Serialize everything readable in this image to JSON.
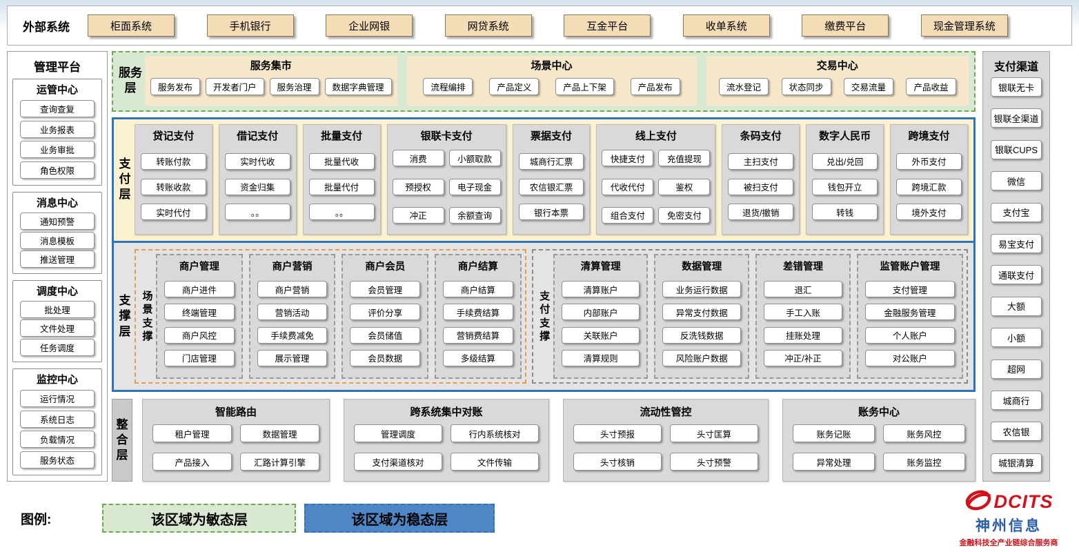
{
  "colors": {
    "stable_blue": "#2e74b5",
    "agile_green": "#6aa84f",
    "panel_gray": "#d9d9d9",
    "tan_box": "#f4dcb6",
    "payment_band_yellow": "#fcf2d0",
    "scene_support_orange": "#e49b4a",
    "brand_red": "#d0121b",
    "brand_blue": "#2a5caa"
  },
  "external": {
    "label": "外部系统",
    "systems": [
      "柜面系统",
      "手机银行",
      "企业网银",
      "网贷系统",
      "互金平台",
      "收单系统",
      "缴费平台",
      "现金管理系统"
    ]
  },
  "management": {
    "title": "管理平台",
    "groups": [
      {
        "title": "运管中心",
        "items": [
          "查询查复",
          "业务报表",
          "业务审批",
          "角色权限"
        ]
      },
      {
        "title": "消息中心",
        "items": [
          "通知预警",
          "消息模板",
          "推送管理"
        ]
      },
      {
        "title": "调度中心",
        "items": [
          "批处理",
          "文件处理",
          "任务调度"
        ]
      },
      {
        "title": "监控中心",
        "items": [
          "运行情况",
          "系统日志",
          "负载情况",
          "服务状态"
        ]
      }
    ]
  },
  "service_layer": {
    "label": "服务层",
    "groups": [
      {
        "title": "服务集市",
        "items": [
          "服务发布",
          "开发者门户",
          "服务治理",
          "数据字典管理"
        ]
      },
      {
        "title": "场景中心",
        "items": [
          "流程编排",
          "产品定义",
          "产品上下架",
          "产品发布"
        ]
      },
      {
        "title": "交易中心",
        "items": [
          "流水登记",
          "状态同步",
          "交易流量",
          "产品收益"
        ]
      }
    ]
  },
  "payment_layer": {
    "label": "支付层",
    "columns": [
      {
        "title": "贷记支付",
        "items": [
          "转账付款",
          "转账收款",
          "实时代付"
        ]
      },
      {
        "title": "借记支付",
        "items": [
          "实时代收",
          "资金归集",
          "。。"
        ]
      },
      {
        "title": "批量支付",
        "items": [
          "批量代收",
          "批量代付",
          "。。"
        ]
      },
      {
        "title": "银联卡支付",
        "items": [
          "消费",
          "小额取款",
          "预授权",
          "电子现金",
          "冲正",
          "余额查询"
        ]
      },
      {
        "title": "票据支付",
        "items": [
          "城商行汇票",
          "农信银汇票",
          "银行本票"
        ]
      },
      {
        "title": "线上支付",
        "items": [
          "快捷支付",
          "充值提现",
          "代收代付",
          "鉴权",
          "组合支付",
          "免密支付"
        ]
      },
      {
        "title": "条码支付",
        "items": [
          "主扫支付",
          "被扫支付",
          "退货/撤销"
        ]
      },
      {
        "title": "数字人民币",
        "items": [
          "兑出/兑回",
          "钱包开立",
          "转钱"
        ]
      },
      {
        "title": "跨境支付",
        "items": [
          "外币支付",
          "跨境汇款",
          "境外支付"
        ]
      }
    ]
  },
  "support_layer": {
    "label": "支撑层",
    "sections": [
      {
        "label": "场景支撑",
        "columns": [
          {
            "title": "商户管理",
            "items": [
              "商户进件",
              "终端管理",
              "商户风控",
              "门店管理"
            ]
          },
          {
            "title": "商户营销",
            "items": [
              "商户营销",
              "营销活动",
              "手续费减免",
              "展示管理"
            ]
          },
          {
            "title": "商户会员",
            "items": [
              "会员管理",
              "评价分享",
              "会员储值",
              "会员数据"
            ]
          },
          {
            "title": "商户结算",
            "items": [
              "商户结算",
              "手续费结算",
              "营销费结算",
              "多级结算"
            ]
          }
        ]
      },
      {
        "label": "支付支撑",
        "columns": [
          {
            "title": "清算管理",
            "items": [
              "清算账户",
              "内部账户",
              "关联账户",
              "清算规则"
            ]
          },
          {
            "title": "数据管理",
            "items": [
              "业务运行数据",
              "异常支付数据",
              "反洗钱数据",
              "风险账户数据"
            ]
          },
          {
            "title": "差错管理",
            "items": [
              "退汇",
              "手工入账",
              "挂账处理",
              "冲正/补正"
            ]
          },
          {
            "title": "监管账户管理",
            "items": [
              "支付管理",
              "金融服务管理",
              "个人账户",
              "对公账户"
            ]
          }
        ]
      }
    ]
  },
  "integration_layer": {
    "label": "整合层",
    "groups": [
      {
        "title": "智能路由",
        "items": [
          "租户管理",
          "数据管理",
          "产品接入",
          "汇路计算引擎"
        ]
      },
      {
        "title": "跨系统集中对账",
        "items": [
          "管理调度",
          "行内系统核对",
          "支付渠道核对",
          "文件传输"
        ]
      },
      {
        "title": "流动性管控",
        "items": [
          "头寸预报",
          "头寸匡算",
          "头寸核销",
          "头寸预警"
        ]
      },
      {
        "title": "账务中心",
        "items": [
          "账务记账",
          "账务风控",
          "异常处理",
          "账务监控"
        ]
      }
    ]
  },
  "channels": {
    "title": "支付渠道",
    "items": [
      "银联无卡",
      "银联全渠道",
      "银联CUPS",
      "微信",
      "支付宝",
      "易宝支付",
      "通联支付",
      "大额",
      "小额",
      "超网",
      "城商行",
      "农信银",
      "城银清算"
    ]
  },
  "legend": {
    "label": "图例:",
    "agile_label": "该区域为敏态层",
    "stable_label": "该区域为稳态层"
  },
  "logo": {
    "brand": "DCITS",
    "company": "神州信息",
    "tagline": "金融科技全产业链综合服务商"
  }
}
